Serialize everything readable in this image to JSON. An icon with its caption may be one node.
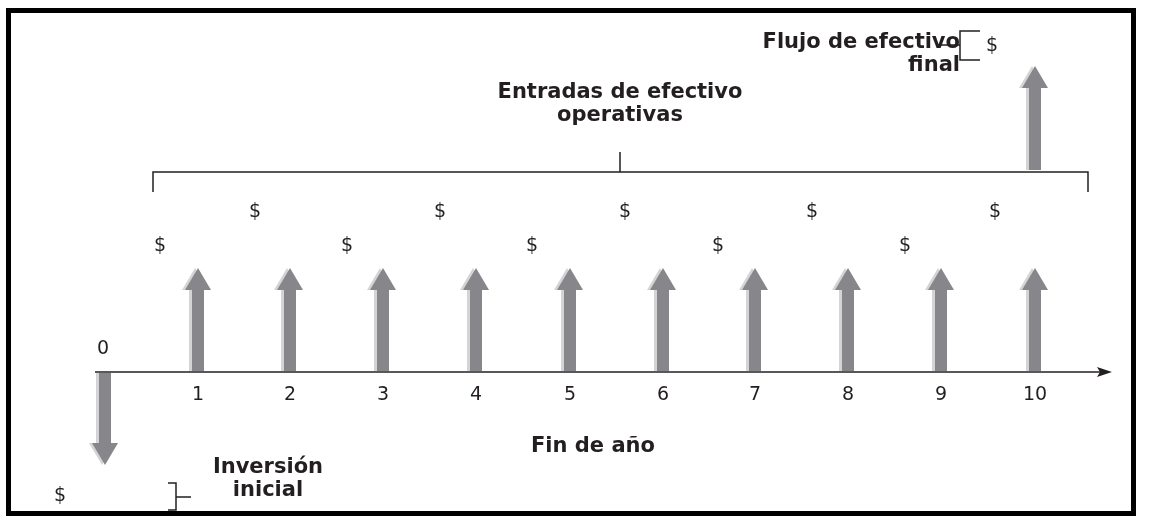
{
  "diagram": {
    "labels": [
      "Flujo de efectivo final",
      "$",
      "Entradas de efectivo operativas",
      "$",
      "$",
      "$",
      "$",
      "$",
      "$",
      "$",
      "$",
      "$",
      "$",
      "0",
      "1",
      "2",
      "3",
      "4",
      "5",
      "6",
      "7",
      "8",
      "9",
      "10",
      "Fin de año",
      "Inversión inicial",
      "$"
    ]
  }
}
